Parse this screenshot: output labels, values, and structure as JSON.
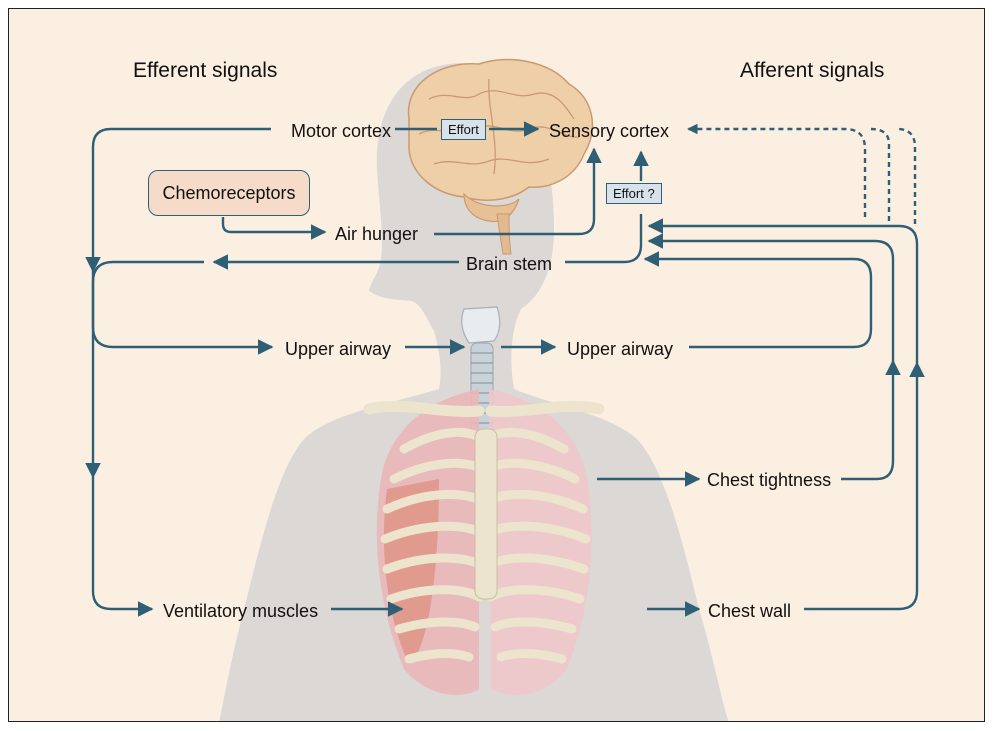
{
  "headings": {
    "efferent": "Efferent signals",
    "afferent": "Afferent signals"
  },
  "labels": {
    "motor_cortex": "Motor cortex",
    "sensory_cortex": "Sensory cortex",
    "effort_box": "Effort",
    "effort_question_box": "Effort ?",
    "chemoreceptors": "Chemoreceptors",
    "air_hunger": "Air hunger",
    "brain_stem": "Brain stem",
    "upper_airway_left": "Upper airway",
    "upper_airway_right": "Upper airway",
    "chest_tightness": "Chest tightness",
    "ventilatory_muscles": "Ventilatory muscles",
    "chest_wall": "Chest wall"
  },
  "colors": {
    "background": "#fbefe2",
    "arrow": "#2f5f75",
    "silhouette": "#d6d4d2",
    "chemoreceptor_box": "#f6dcc8",
    "effort_box": "#d7e2ea",
    "brain": "#efcfa8",
    "bone": "#ece4cc",
    "lung": "#e9b4b6",
    "muscle": "#d97f6a"
  }
}
